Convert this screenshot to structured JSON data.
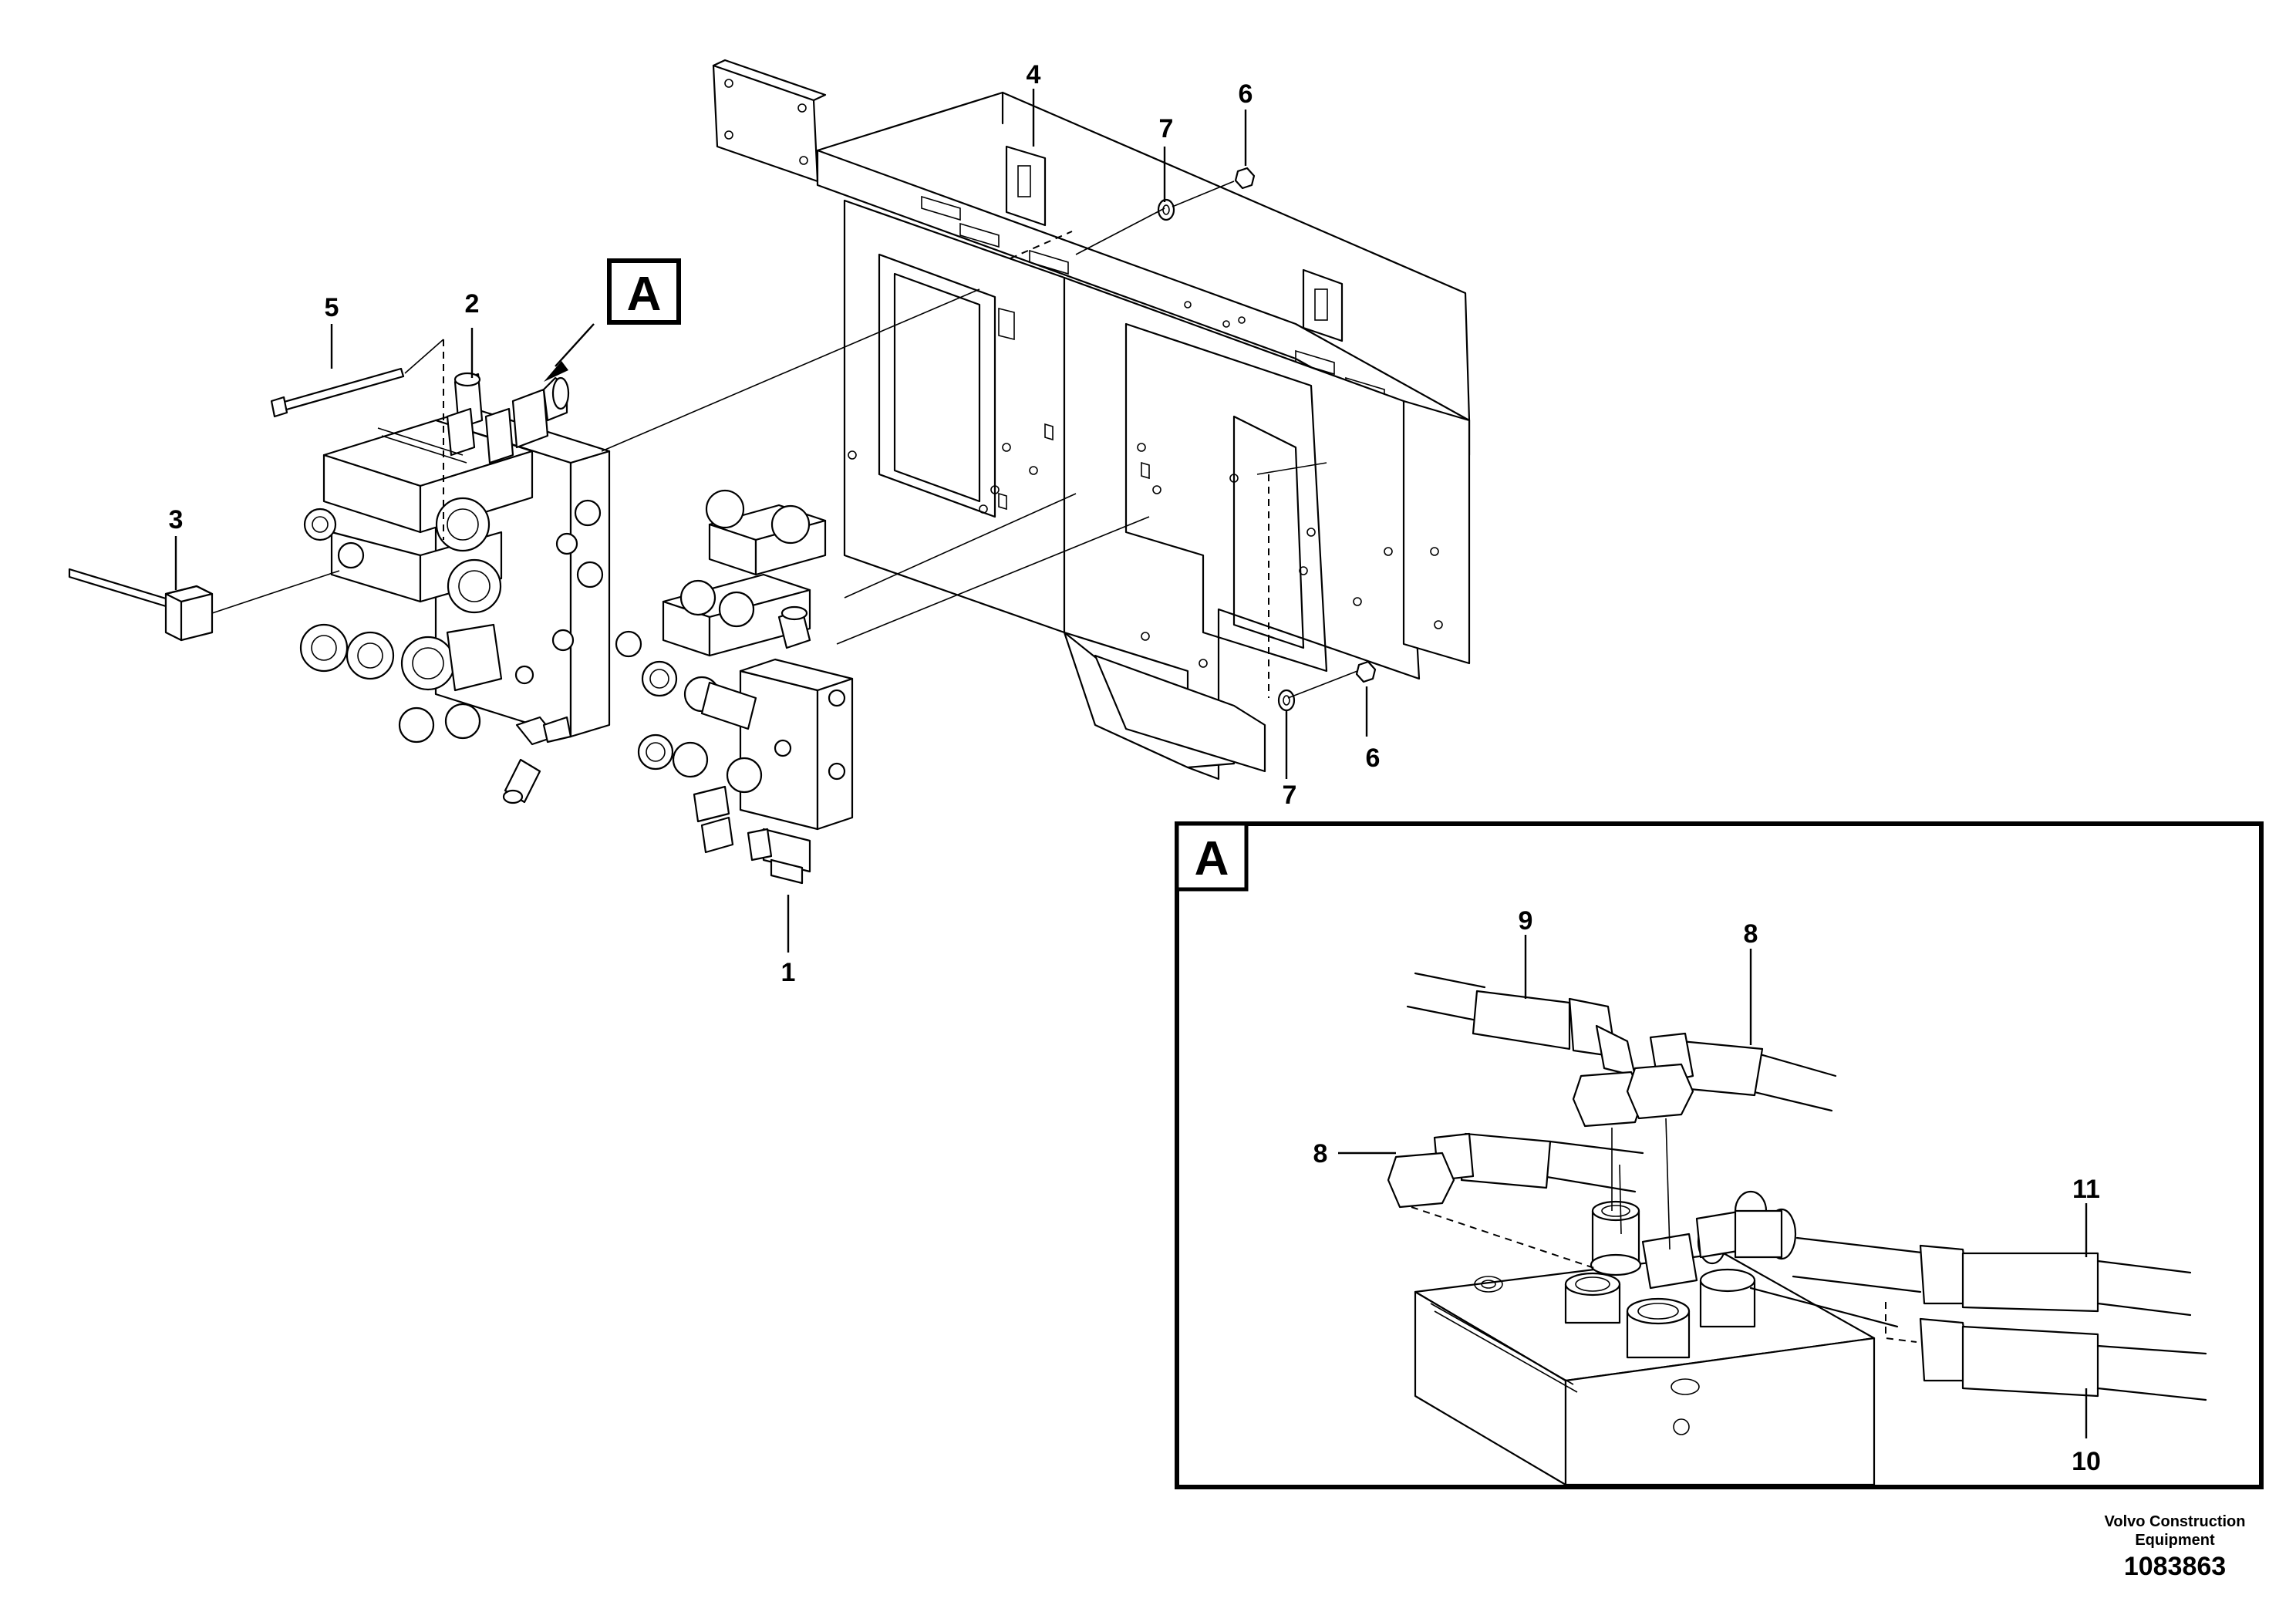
{
  "callouts": {
    "c1": "1",
    "c2": "2",
    "c3": "3",
    "c4": "4",
    "c5": "5",
    "c6_top": "6",
    "c6_bottom": "6",
    "c7_top": "7",
    "c7_bottom": "7",
    "c8_left": "8",
    "c8_right": "8",
    "c9": "9",
    "c10": "10",
    "c11": "11"
  },
  "detail_label": "A",
  "detail_box_label": "A",
  "footer": {
    "brand_line1": "Volvo Construction",
    "brand_line2": "Equipment",
    "doc_number": "1083863"
  }
}
